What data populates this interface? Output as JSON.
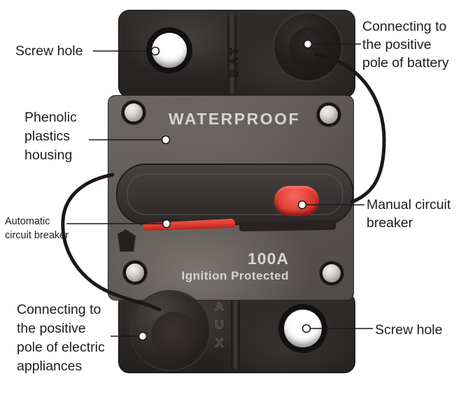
{
  "figure": {
    "product": {
      "waterproof": "WATERPROOF",
      "amperage": "100A",
      "ignition": "Ignition Protected",
      "bat_marking": "BAT",
      "aux_marking": "AUX"
    },
    "labels": {
      "screw_hole_top": "Screw hole",
      "battery": [
        "Connecting to",
        "the positive",
        "pole of battery"
      ],
      "phenolic": [
        "Phenolic",
        "plastics",
        "housing"
      ],
      "manual": [
        "Manual circuit",
        "breaker"
      ],
      "automatic": [
        "Automatic",
        "circuit breaker"
      ],
      "appliances": [
        "Connecting to",
        "the positive",
        "pole of electric",
        "appliances"
      ],
      "screw_hole_bottom": "Screw hole"
    },
    "colors": {
      "background": "#ffffff",
      "plate_black": "#282423",
      "housing_gray": "#5f5a57",
      "button_red": "#e23a30",
      "lever_red": "#dc362c",
      "rivet_silver": "#c9c6c3",
      "device_text": "#d6d4d1",
      "label_text": "#1d1d1d"
    }
  }
}
